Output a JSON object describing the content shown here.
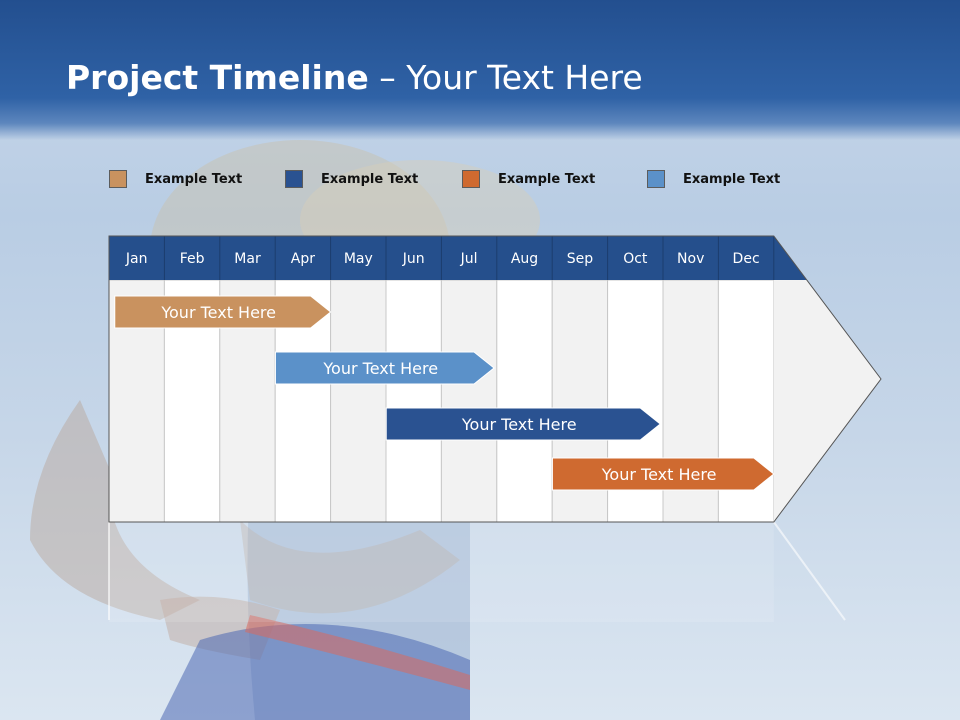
{
  "title": {
    "bold": "Project Timeline",
    "rest": " – Your Text Here"
  },
  "legend": [
    {
      "label": "Example Text",
      "color": "#c9925f"
    },
    {
      "label": "Example Text",
      "color": "#2a5291"
    },
    {
      "label": "Example Text",
      "color": "#cf6a30"
    },
    {
      "label": "Example Text",
      "color": "#5b91c9"
    }
  ],
  "months": [
    "Jan",
    "Feb",
    "Mar",
    "Apr",
    "May",
    "Jun",
    "Jul",
    "Aug",
    "Sep",
    "Oct",
    "Nov",
    "Dec"
  ],
  "tasks": [
    {
      "label": "Your  Text Here",
      "start": 1.05,
      "end": 4.0,
      "color": "#c9925f"
    },
    {
      "label": "Your  Text Here",
      "start": 3.95,
      "end": 6.95,
      "color": "#5b91c9"
    },
    {
      "label": "Your  Text Here",
      "start": 5.95,
      "end": 9.95,
      "color": "#2a5291"
    },
    {
      "label": "Your  Text Here",
      "start": 8.95,
      "end": 12.0,
      "color": "#cf6a30"
    }
  ],
  "colors": {
    "header": "#254f8c",
    "col_light": "#f2f2f2",
    "col_white": "#ffffff",
    "border": "#8a8a8a"
  }
}
